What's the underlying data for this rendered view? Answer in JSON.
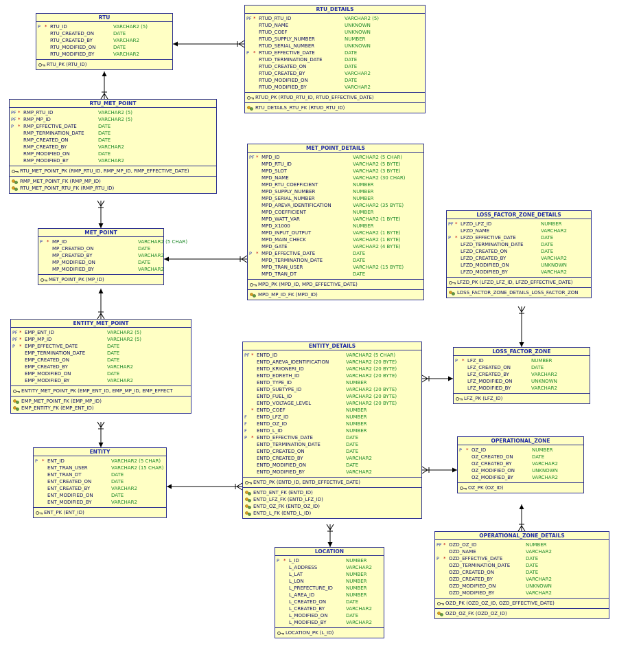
{
  "entities": [
    {
      "name": "RTU",
      "columns": [
        {
          "flags": "P",
          "m": "*",
          "name": "RTU_ID",
          "type": "VARCHAR2 (5)"
        },
        {
          "flags": "",
          "m": "",
          "name": "RTU_CREATED_ON",
          "type": "DATE"
        },
        {
          "flags": "",
          "m": "",
          "name": "RTU_CREATED_BY",
          "type": "VARCHAR2"
        },
        {
          "flags": "",
          "m": "",
          "name": "RTU_MODIFIED_ON",
          "type": "DATE"
        },
        {
          "flags": "",
          "m": "",
          "name": "RTU_MODIFIED_BY",
          "type": "VARCHAR2"
        }
      ],
      "pks": [
        "RTU_PK (RTU_ID)"
      ],
      "fks": []
    },
    {
      "name": "RTU_DETAILS",
      "columns": [
        {
          "flags": "PF",
          "m": "*",
          "name": "RTUD_RTU_ID",
          "type": "VARCHAR2 (5)"
        },
        {
          "flags": "",
          "m": "",
          "name": "RTUD_NAME",
          "type": "UNKNOWN"
        },
        {
          "flags": "",
          "m": "",
          "name": "RTUD_COEF",
          "type": "UNKNOWN"
        },
        {
          "flags": "",
          "m": "",
          "name": "RTUD_SUPPLY_NUMBER",
          "type": "NUMBER"
        },
        {
          "flags": "",
          "m": "",
          "name": "RTUD_SERIAL_NUMBER",
          "type": "UNKNOWN"
        },
        {
          "flags": "P",
          "m": "*",
          "name": "RTUD_EFFECTIVE_DATE",
          "type": "DATE"
        },
        {
          "flags": "",
          "m": "",
          "name": "RTUD_TERMINATION_DATE",
          "type": "DATE"
        },
        {
          "flags": "",
          "m": "",
          "name": "RTUD_CREATED_ON",
          "type": "DATE"
        },
        {
          "flags": "",
          "m": "",
          "name": "RTUD_CREATED_BY",
          "type": "VARCHAR2"
        },
        {
          "flags": "",
          "m": "",
          "name": "RTUD_MODIFIED_ON",
          "type": "DATE"
        },
        {
          "flags": "",
          "m": "",
          "name": "RTUD_MODIFIED_BY",
          "type": "VARCHAR2"
        }
      ],
      "pks": [
        "RTUD_PK (RTUD_RTU_ID, RTUD_EFFECTIVE_DATE)"
      ],
      "fks": [
        "RTU_DETAILS_RTU_FK (RTUD_RTU_ID)"
      ]
    },
    {
      "name": "RTU_MET_POINT",
      "columns": [
        {
          "flags": "PF",
          "m": "*",
          "name": "RMP_RTU_ID",
          "type": "VARCHAR2 (5)"
        },
        {
          "flags": "PF",
          "m": "*",
          "name": "RMP_MP_ID",
          "type": "VARCHAR2 (5)"
        },
        {
          "flags": "P",
          "m": "*",
          "name": "RMP_EFFECTIVE_DATE",
          "type": "DATE"
        },
        {
          "flags": "",
          "m": "",
          "name": "RMP_TERMINATION_DATE",
          "type": "DATE"
        },
        {
          "flags": "",
          "m": "",
          "name": "RMP_CREATED_ON",
          "type": "DATE"
        },
        {
          "flags": "",
          "m": "",
          "name": "RMP_CREATED_BY",
          "type": "VARCHAR2"
        },
        {
          "flags": "",
          "m": "",
          "name": "RMP_MODIFIED_ON",
          "type": "DATE"
        },
        {
          "flags": "",
          "m": "",
          "name": "RMP_MODIFIED_BY",
          "type": "VARCHAR2"
        }
      ],
      "pks": [
        "RTU_MET_POINT_PK (RMP_RTU_ID, RMP_MP_ID, RMP_EFFECTIVE_DATE)"
      ],
      "fks": [
        "RMP_MET_POINT_FK (RMP_MP_ID)",
        "RTU_MET_POINT_RTU_FK (RMP_RTU_ID)"
      ]
    },
    {
      "name": "MET_POINT_DETAILS",
      "columns": [
        {
          "flags": "PF",
          "m": "*",
          "name": "MPD_ID",
          "type": "VARCHAR2 (5 CHAR)"
        },
        {
          "flags": "",
          "m": "",
          "name": "MPD_RTU_ID",
          "type": "VARCHAR2 (5 BYTE)"
        },
        {
          "flags": "",
          "m": "",
          "name": "MPD_SLOT",
          "type": "VARCHAR2 (3 BYTE)"
        },
        {
          "flags": "",
          "m": "",
          "name": "MPD_NAME",
          "type": "VARCHAR2 (30 CHAR)"
        },
        {
          "flags": "",
          "m": "",
          "name": "MPD_RTU_COEFFICIENT",
          "type": "NUMBER"
        },
        {
          "flags": "",
          "m": "",
          "name": "MPD_SUPPLY_NUMBER",
          "type": "NUMBER"
        },
        {
          "flags": "",
          "m": "",
          "name": "MPD_SERIAL_NUMBER",
          "type": "NUMBER"
        },
        {
          "flags": "",
          "m": "",
          "name": "MPD_AREVA_IDENTIFICATION",
          "type": "VARCHAR2 (35 BYTE)"
        },
        {
          "flags": "",
          "m": "",
          "name": "MPD_COEFFICIENT",
          "type": "NUMBER"
        },
        {
          "flags": "",
          "m": "",
          "name": "MPD_WATT_VAR",
          "type": "VARCHAR2 (1 BYTE)"
        },
        {
          "flags": "",
          "m": "",
          "name": "MPD_X1000",
          "type": "NUMBER"
        },
        {
          "flags": "",
          "m": "",
          "name": "MPD_INPUT_OUTPUT",
          "type": "VARCHAR2 (1 BYTE)"
        },
        {
          "flags": "",
          "m": "",
          "name": "MPD_MAIN_CHECK",
          "type": "VARCHAR2 (1 BYTE)"
        },
        {
          "flags": "",
          "m": "",
          "name": "MPD_GATE",
          "type": "VARCHAR2 (4 BYTE)"
        },
        {
          "flags": "P",
          "m": "*",
          "name": "MPD_EFFECTIVE_DATE",
          "type": "DATE"
        },
        {
          "flags": "",
          "m": "",
          "name": "MPD_TERMINATION_DATE",
          "type": "DATE"
        },
        {
          "flags": "",
          "m": "",
          "name": "MPD_TRAN_USER",
          "type": "VARCHAR2 (15 BYTE)"
        },
        {
          "flags": "",
          "m": "",
          "name": "MPD_TRAN_DT",
          "type": "DATE"
        }
      ],
      "pks": [
        "MPD_PK (MPD_ID, MPD_EFFECTIVE_DATE)"
      ],
      "fks": [
        "MPD_MP_ID_FK (MPD_ID)"
      ]
    },
    {
      "name": "MET_POINT",
      "columns": [
        {
          "flags": "P",
          "m": "*",
          "name": "MP_ID",
          "type": "VARCHAR2 (5 CHAR)"
        },
        {
          "flags": "",
          "m": "",
          "name": "MP_CREATED_ON",
          "type": "DATE"
        },
        {
          "flags": "",
          "m": "",
          "name": "MP_CREATED_BY",
          "type": "VARCHAR2"
        },
        {
          "flags": "",
          "m": "",
          "name": "MP_MODIFIED_ON",
          "type": "DATE"
        },
        {
          "flags": "",
          "m": "",
          "name": "MP_MODIFIED_BY",
          "type": "VARCHAR2"
        }
      ],
      "pks": [
        "MET_POINT_PK (MP_ID)"
      ],
      "fks": []
    },
    {
      "name": "LOSS_FACTOR_ZONE_DETAILS",
      "columns": [
        {
          "flags": "PF",
          "m": "*",
          "name": "LFZD_LFZ_ID",
          "type": "NUMBER"
        },
        {
          "flags": "",
          "m": "",
          "name": "LFZD_NAME",
          "type": "VARCHAR2"
        },
        {
          "flags": "P",
          "m": "*",
          "name": "LFZD_EFFECTIVE_DATE",
          "type": "DATE"
        },
        {
          "flags": "",
          "m": "",
          "name": "LFZD_TERMINATION_DATE",
          "type": "DATE"
        },
        {
          "flags": "",
          "m": "",
          "name": "LFZD_CREATED_ON",
          "type": "DATE"
        },
        {
          "flags": "",
          "m": "",
          "name": "LFZD_CREATED_BY",
          "type": "VARCHAR2"
        },
        {
          "flags": "",
          "m": "",
          "name": "LFZD_MODIFIED_ON",
          "type": "UNKNOWN"
        },
        {
          "flags": "",
          "m": "",
          "name": "LFZD_MODIFIED_BY",
          "type": "VARCHAR2"
        }
      ],
      "pks": [
        "LFZD_PK (LFZD_LFZ_ID, LFZD_EFFECTIVE_DATE)"
      ],
      "fks": [
        "LOSS_FACTOR_ZONE_DETAILS_LOSS_FACTOR_ZON"
      ]
    },
    {
      "name": "ENTITY_MET_POINT",
      "columns": [
        {
          "flags": "PF",
          "m": "*",
          "name": "EMP_ENT_ID",
          "type": "VARCHAR2 (5)"
        },
        {
          "flags": "PF",
          "m": "*",
          "name": "EMP_MP_ID",
          "type": "VARCHAR2 (5)"
        },
        {
          "flags": "P",
          "m": "*",
          "name": "EMP_EFFECTIVE_DATE",
          "type": "DATE"
        },
        {
          "flags": "",
          "m": "",
          "name": "EMP_TERMINATION_DATE",
          "type": "DATE"
        },
        {
          "flags": "",
          "m": "",
          "name": "EMP_CREATED_ON",
          "type": "DATE"
        },
        {
          "flags": "",
          "m": "",
          "name": "EMP_CREATED_BY",
          "type": "VARCHAR2"
        },
        {
          "flags": "",
          "m": "",
          "name": "EMP_MODIFIED_ON",
          "type": "DATE"
        },
        {
          "flags": "",
          "m": "",
          "name": "EMP_MODIFIED_BY",
          "type": "VARCHAR2"
        }
      ],
      "pks": [
        "ENTITY_MET_POINT_PK (EMP_ENT_ID, EMP_MP_ID, EMP_EFFECT"
      ],
      "fks": [
        "EMP_MET_POINT_FK (EMP_MP_ID)",
        "EMP_ENTITY_FK (EMP_ENT_ID)"
      ]
    },
    {
      "name": "ENTITY_DETAILS",
      "columns": [
        {
          "flags": "PF",
          "m": "*",
          "name": "ENTD_ID",
          "type": "VARCHAR2 (5 CHAR)"
        },
        {
          "flags": "",
          "m": "",
          "name": "ENTD_AREVA_IDENTIFICATION",
          "type": "VARCHAR2 (20 BYTE)"
        },
        {
          "flags": "",
          "m": "",
          "name": "ENTD_KRYONERI_ID",
          "type": "VARCHAR2 (20 BYTE)"
        },
        {
          "flags": "",
          "m": "",
          "name": "ENTD_EDRETH_ID",
          "type": "VARCHAR2 (20 BYTE)"
        },
        {
          "flags": "",
          "m": "",
          "name": "ENTD_TYPE_ID",
          "type": "NUMBER"
        },
        {
          "flags": "",
          "m": "",
          "name": "ENTD_SUBTYPE_ID",
          "type": "VARCHAR2 (20 BYTE)"
        },
        {
          "flags": "",
          "m": "",
          "name": "ENTD_FUEL_ID",
          "type": "VARCHAR2 (20 BYTE)"
        },
        {
          "flags": "",
          "m": "",
          "name": "ENTD_VOLTAGE_LEVEL",
          "type": "VARCHAR2 (20 BYTE)"
        },
        {
          "flags": "",
          "m": "*",
          "name": "ENTD_COEF",
          "type": "NUMBER"
        },
        {
          "flags": "F",
          "m": "",
          "name": "ENTD_LFZ_ID",
          "type": "NUMBER"
        },
        {
          "flags": "F",
          "m": "",
          "name": "ENTD_OZ_ID",
          "type": "NUMBER"
        },
        {
          "flags": "F",
          "m": "",
          "name": "ENTD_L_ID",
          "type": "NUMBER"
        },
        {
          "flags": "P",
          "m": "*",
          "name": "ENTD_EFFECTIVE_DATE",
          "type": "DATE"
        },
        {
          "flags": "",
          "m": "",
          "name": "ENTD_TERMINATION_DATE",
          "type": "DATE"
        },
        {
          "flags": "",
          "m": "",
          "name": "ENTD_CREATED_ON",
          "type": "DATE"
        },
        {
          "flags": "",
          "m": "",
          "name": "ENTD_CREATED_BY",
          "type": "VARCHAR2"
        },
        {
          "flags": "",
          "m": "",
          "name": "ENTD_MODIFIED_ON",
          "type": "DATE"
        },
        {
          "flags": "",
          "m": "",
          "name": "ENTD_MODIFIED_BY",
          "type": "VARCHAR2"
        }
      ],
      "pks": [
        "ENTD_PK (ENTD_ID, ENTD_EFFECTIVE_DATE)"
      ],
      "fks": [
        "ENTD_ENT_FK (ENTD_ID)",
        "ENTD_LFZ_FK (ENTD_LFZ_ID)",
        "ENTD_OZ_FK (ENTD_OZ_ID)",
        "ENTD_L_FK (ENTD_L_ID)"
      ]
    },
    {
      "name": "LOSS_FACTOR_ZONE",
      "columns": [
        {
          "flags": "P",
          "m": "*",
          "name": "LFZ_ID",
          "type": "NUMBER"
        },
        {
          "flags": "",
          "m": "",
          "name": "LFZ_CREATED_ON",
          "type": "DATE"
        },
        {
          "flags": "",
          "m": "",
          "name": "LFZ_CREATED_BY",
          "type": "VARCHAR2"
        },
        {
          "flags": "",
          "m": "",
          "name": "LFZ_MODIFIED_ON",
          "type": "UNKNOWN"
        },
        {
          "flags": "",
          "m": "",
          "name": "LFZ_MODIFIED_BY",
          "type": "VARCHAR2"
        }
      ],
      "pks": [
        "LFZ_PK (LFZ_ID)"
      ],
      "fks": []
    },
    {
      "name": "ENTITY",
      "columns": [
        {
          "flags": "P",
          "m": "*",
          "name": "ENT_ID",
          "type": "VARCHAR2 (5 CHAR)"
        },
        {
          "flags": "",
          "m": "",
          "name": "ENT_TRAN_USER",
          "type": "VARCHAR2 (15 CHAR)"
        },
        {
          "flags": "",
          "m": "",
          "name": "ENT_TRAN_DT",
          "type": "DATE"
        },
        {
          "flags": "",
          "m": "",
          "name": "ENT_CREATED_ON",
          "type": "DATE"
        },
        {
          "flags": "",
          "m": "",
          "name": "ENT_CREATED_BY",
          "type": "VARCHAR2"
        },
        {
          "flags": "",
          "m": "",
          "name": "ENT_MODIFIED_ON",
          "type": "DATE"
        },
        {
          "flags": "",
          "m": "",
          "name": "ENT_MODIFIED_BY",
          "type": "VARCHAR2"
        }
      ],
      "pks": [
        "ENT_PK (ENT_ID)"
      ],
      "fks": []
    },
    {
      "name": "OPERATIONAL_ZONE",
      "columns": [
        {
          "flags": "P",
          "m": "*",
          "name": "OZ_ID",
          "type": "NUMBER"
        },
        {
          "flags": "",
          "m": "",
          "name": "OZ_CREATED_ON",
          "type": "DATE"
        },
        {
          "flags": "",
          "m": "",
          "name": "OZ_CREATED_BY",
          "type": "VARCHAR2"
        },
        {
          "flags": "",
          "m": "",
          "name": "OZ_MODIFIED_ON",
          "type": "UNKNOWN"
        },
        {
          "flags": "",
          "m": "",
          "name": "OZ_MODIFIED_BY",
          "type": "VARCHAR2"
        }
      ],
      "pks": [
        "OZ_PK (OZ_ID)"
      ],
      "fks": []
    },
    {
      "name": "OPERATIONAL_ZONE_DETAILS",
      "columns": [
        {
          "flags": "PF",
          "m": "*",
          "name": "OZD_OZ_ID",
          "type": "NUMBER"
        },
        {
          "flags": "",
          "m": "",
          "name": "OZD_NAME",
          "type": "VARCHAR2"
        },
        {
          "flags": "P",
          "m": "*",
          "name": "OZD_EFFECTIVE_DATE",
          "type": "DATE"
        },
        {
          "flags": "",
          "m": "",
          "name": "OZD_TERMINATION_DATE",
          "type": "DATE"
        },
        {
          "flags": "",
          "m": "",
          "name": "OZD_CREATED_ON",
          "type": "DATE"
        },
        {
          "flags": "",
          "m": "",
          "name": "OZD_CREATED_BY",
          "type": "VARCHAR2"
        },
        {
          "flags": "",
          "m": "",
          "name": "OZD_MODIFIED_ON",
          "type": "UNKNOWN"
        },
        {
          "flags": "",
          "m": "",
          "name": "OZD_MODIFIED_BY",
          "type": "VARCHAR2"
        }
      ],
      "pks": [
        "OZD_PK (OZD_OZ_ID, OZD_EFFECTIVE_DATE)"
      ],
      "fks": [
        "OZD_OZ_FK (OZD_OZ_ID)"
      ]
    },
    {
      "name": "LOCATION",
      "columns": [
        {
          "flags": "P",
          "m": "*",
          "name": "L_ID",
          "type": "NUMBER"
        },
        {
          "flags": "",
          "m": "",
          "name": "L_ADDRESS",
          "type": "VARCHAR2"
        },
        {
          "flags": "",
          "m": "",
          "name": "L_LAT",
          "type": "NUMBER"
        },
        {
          "flags": "",
          "m": "",
          "name": "L_LON",
          "type": "NUMBER"
        },
        {
          "flags": "",
          "m": "",
          "name": "L_PREFECTURE_ID",
          "type": "NUMBER"
        },
        {
          "flags": "",
          "m": "",
          "name": "L_AREA_ID",
          "type": "NUMBER"
        },
        {
          "flags": "",
          "m": "",
          "name": "L_CREATED_ON",
          "type": "DATE"
        },
        {
          "flags": "",
          "m": "",
          "name": "L_CREATED_BY",
          "type": "VARCHAR2"
        },
        {
          "flags": "",
          "m": "",
          "name": "L_MODIFIED_ON",
          "type": "DATE"
        },
        {
          "flags": "",
          "m": "",
          "name": "L_MODIFIED_BY",
          "type": "VARCHAR2"
        }
      ],
      "pks": [
        "LOCATION_PK (L_ID)"
      ],
      "fks": []
    }
  ],
  "colors": {
    "box_fill": "#ffffc4",
    "border": "#2b2f8f",
    "title": "#1f2aa6",
    "name": "#101060",
    "type": "#1f8a2a",
    "mandatory": "#c00000",
    "flags": "#2030b0",
    "line": "#000000"
  }
}
